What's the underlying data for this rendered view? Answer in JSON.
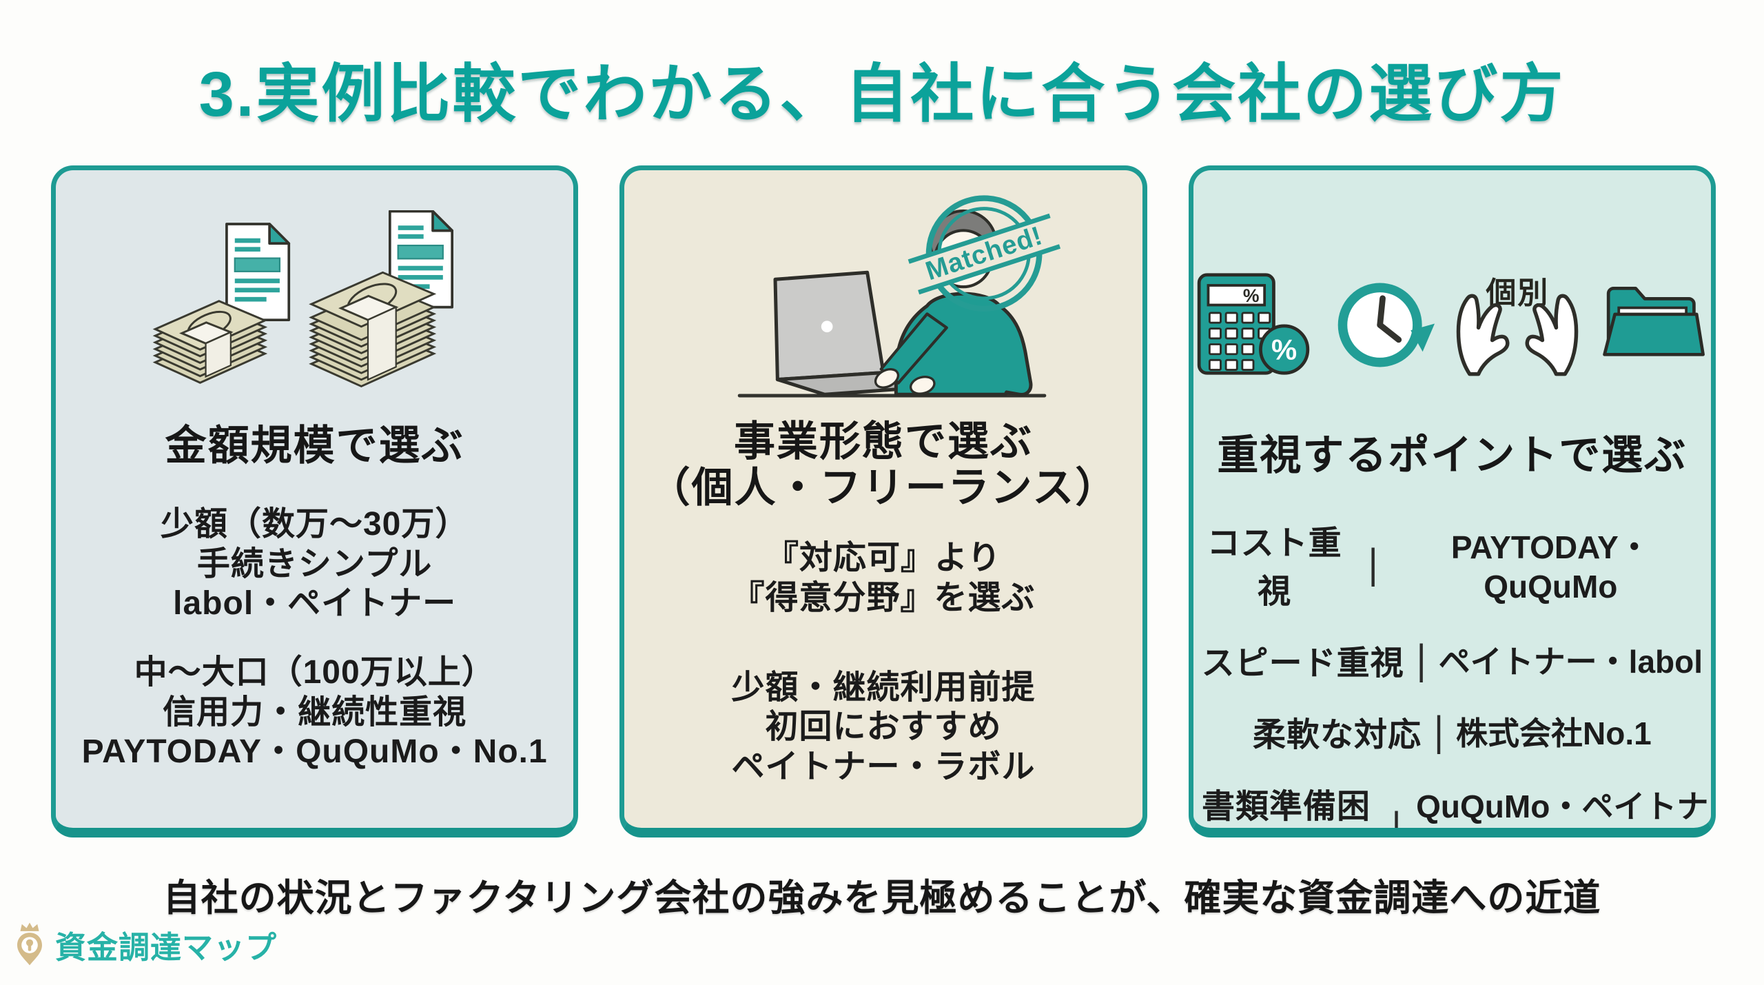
{
  "title": "3.実例比較でわかる、自社に合う会社の選び方",
  "colors": {
    "accent_teal": "#0ba29a",
    "card_border": "#1e9b93",
    "card_amount_bg": "#dfe7e9",
    "card_business_bg": "#ede9da",
    "card_priority_bg": "#d6ebe6",
    "logo_gold": "#d4bb8a",
    "brand_text": "#27b2a7"
  },
  "cards": {
    "by_amount": {
      "heading": "金額規模で選ぶ",
      "small": {
        "line1": "少額（数万〜30万）",
        "line2": "手続きシンプル",
        "line3": "labol・ペイトナー"
      },
      "large": {
        "line1": "中〜大口（100万以上）",
        "line2": "信用力・継続性重視",
        "line3": "PAYTODAY・QuQuMo・No.1"
      }
    },
    "by_business_type": {
      "heading_line1": "事業形態で選ぶ",
      "heading_line2": "（個人・フリーランス）",
      "stamp_label": "Matched!",
      "point": {
        "line1": "『対応可』より",
        "line2": "『得意分野』を選ぶ"
      },
      "recommend": {
        "line1": "少額・継続利用前提",
        "line2": "初回におすすめ",
        "line3": "ペイトナー・ラボル"
      }
    },
    "by_priority": {
      "heading": "重視するポイントで選ぶ",
      "hands_label": "個別",
      "calculator": {
        "display_symbol": "%",
        "badge_symbol": "%"
      },
      "rows": [
        {
          "label": "コスト重視",
          "separator": "|",
          "value": "PAYTODAY・QuQuMo"
        },
        {
          "label": "スピード重視",
          "separator": "|",
          "value": "ペイトナー・labol"
        },
        {
          "label": "柔軟な対応",
          "separator": "|",
          "value": "株式会社No.1"
        },
        {
          "label": "書類準備困難",
          "separator": "|",
          "value": "QuQuMo・ペイトナー"
        }
      ]
    }
  },
  "footer": {
    "message": "自社の状況とファクタリング会社の強みを見極めることが、確実な資金調達への近道"
  },
  "brand": {
    "name": "資金調達マップ"
  }
}
